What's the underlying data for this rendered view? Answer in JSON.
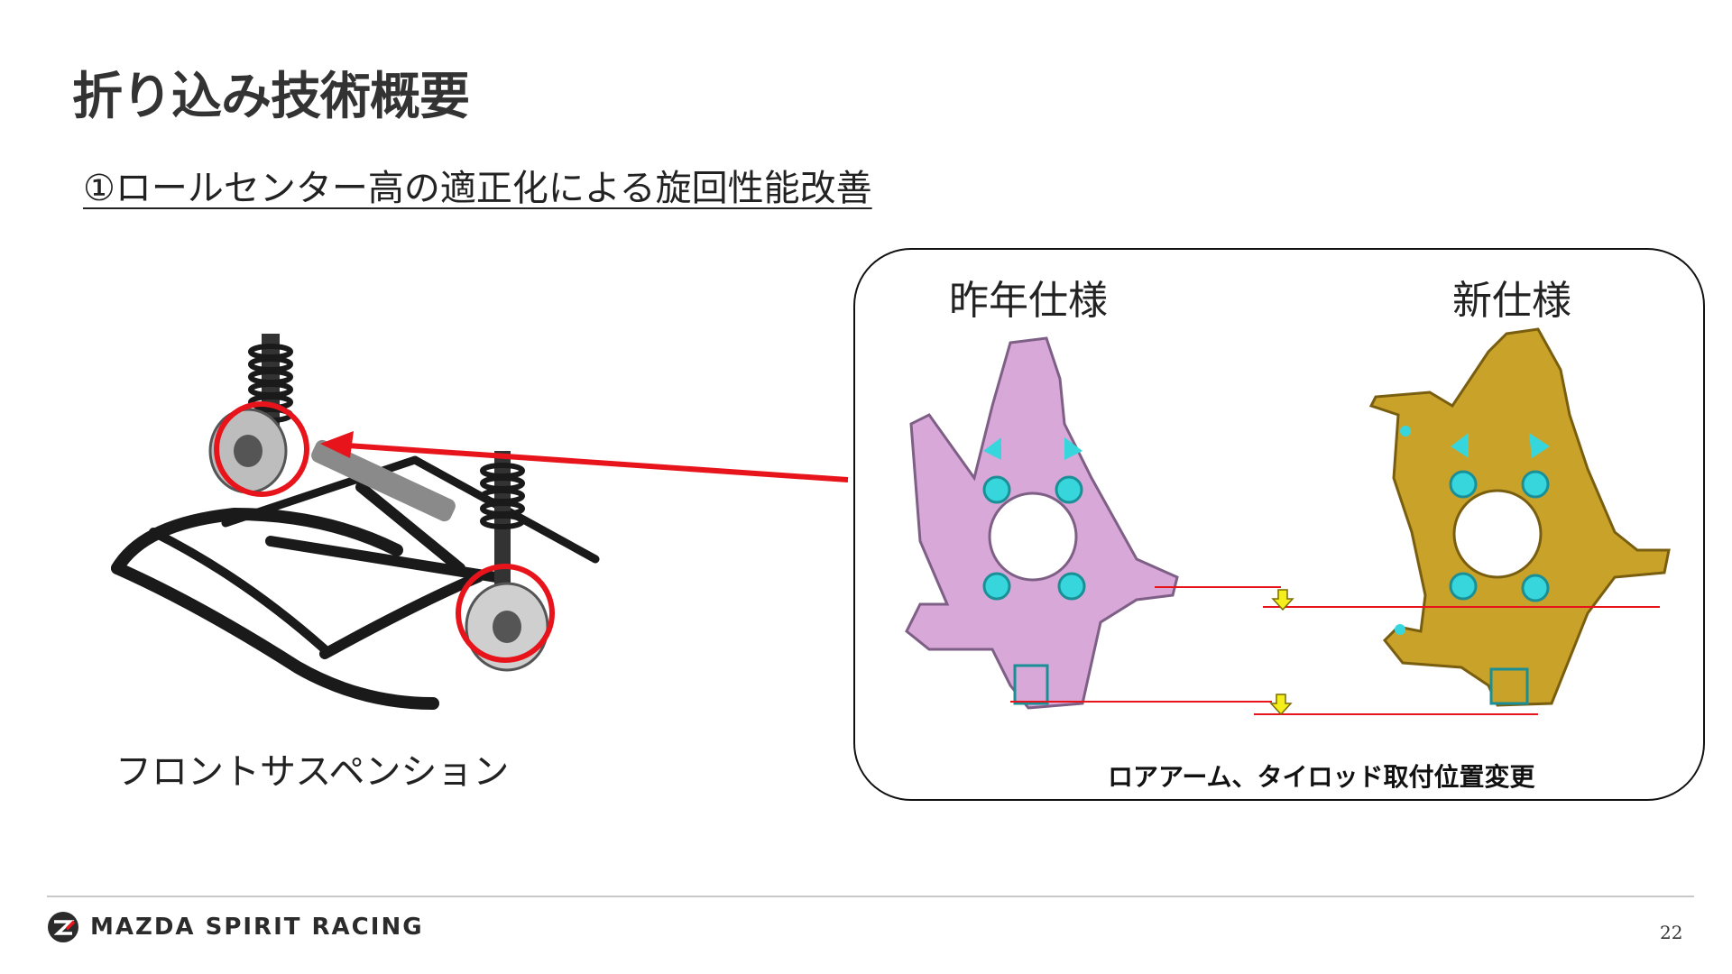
{
  "slide": {
    "title": "折り込み技術概要",
    "subtitle": "①ロールセンター高の適正化による旋回性能改善",
    "suspension_caption": "フロントサスペンション",
    "panel": {
      "label_old": "昨年仕様",
      "label_new": "新仕様",
      "caption": "ロアアーム、タイロッド取付位置変更"
    },
    "footer": {
      "brand": "MAZDA SPIRIT RACING",
      "page_number": "22"
    }
  },
  "colors": {
    "arrow_red": "#e8141b",
    "old_knuckle": "#d7a8d8",
    "new_knuckle": "#c9a22a",
    "highlight_cyan": "#37d6dc",
    "marker_yellow": "#f4ee1c"
  },
  "icons": [
    "mazda-logo-icon",
    "down-arrow-icon"
  ]
}
